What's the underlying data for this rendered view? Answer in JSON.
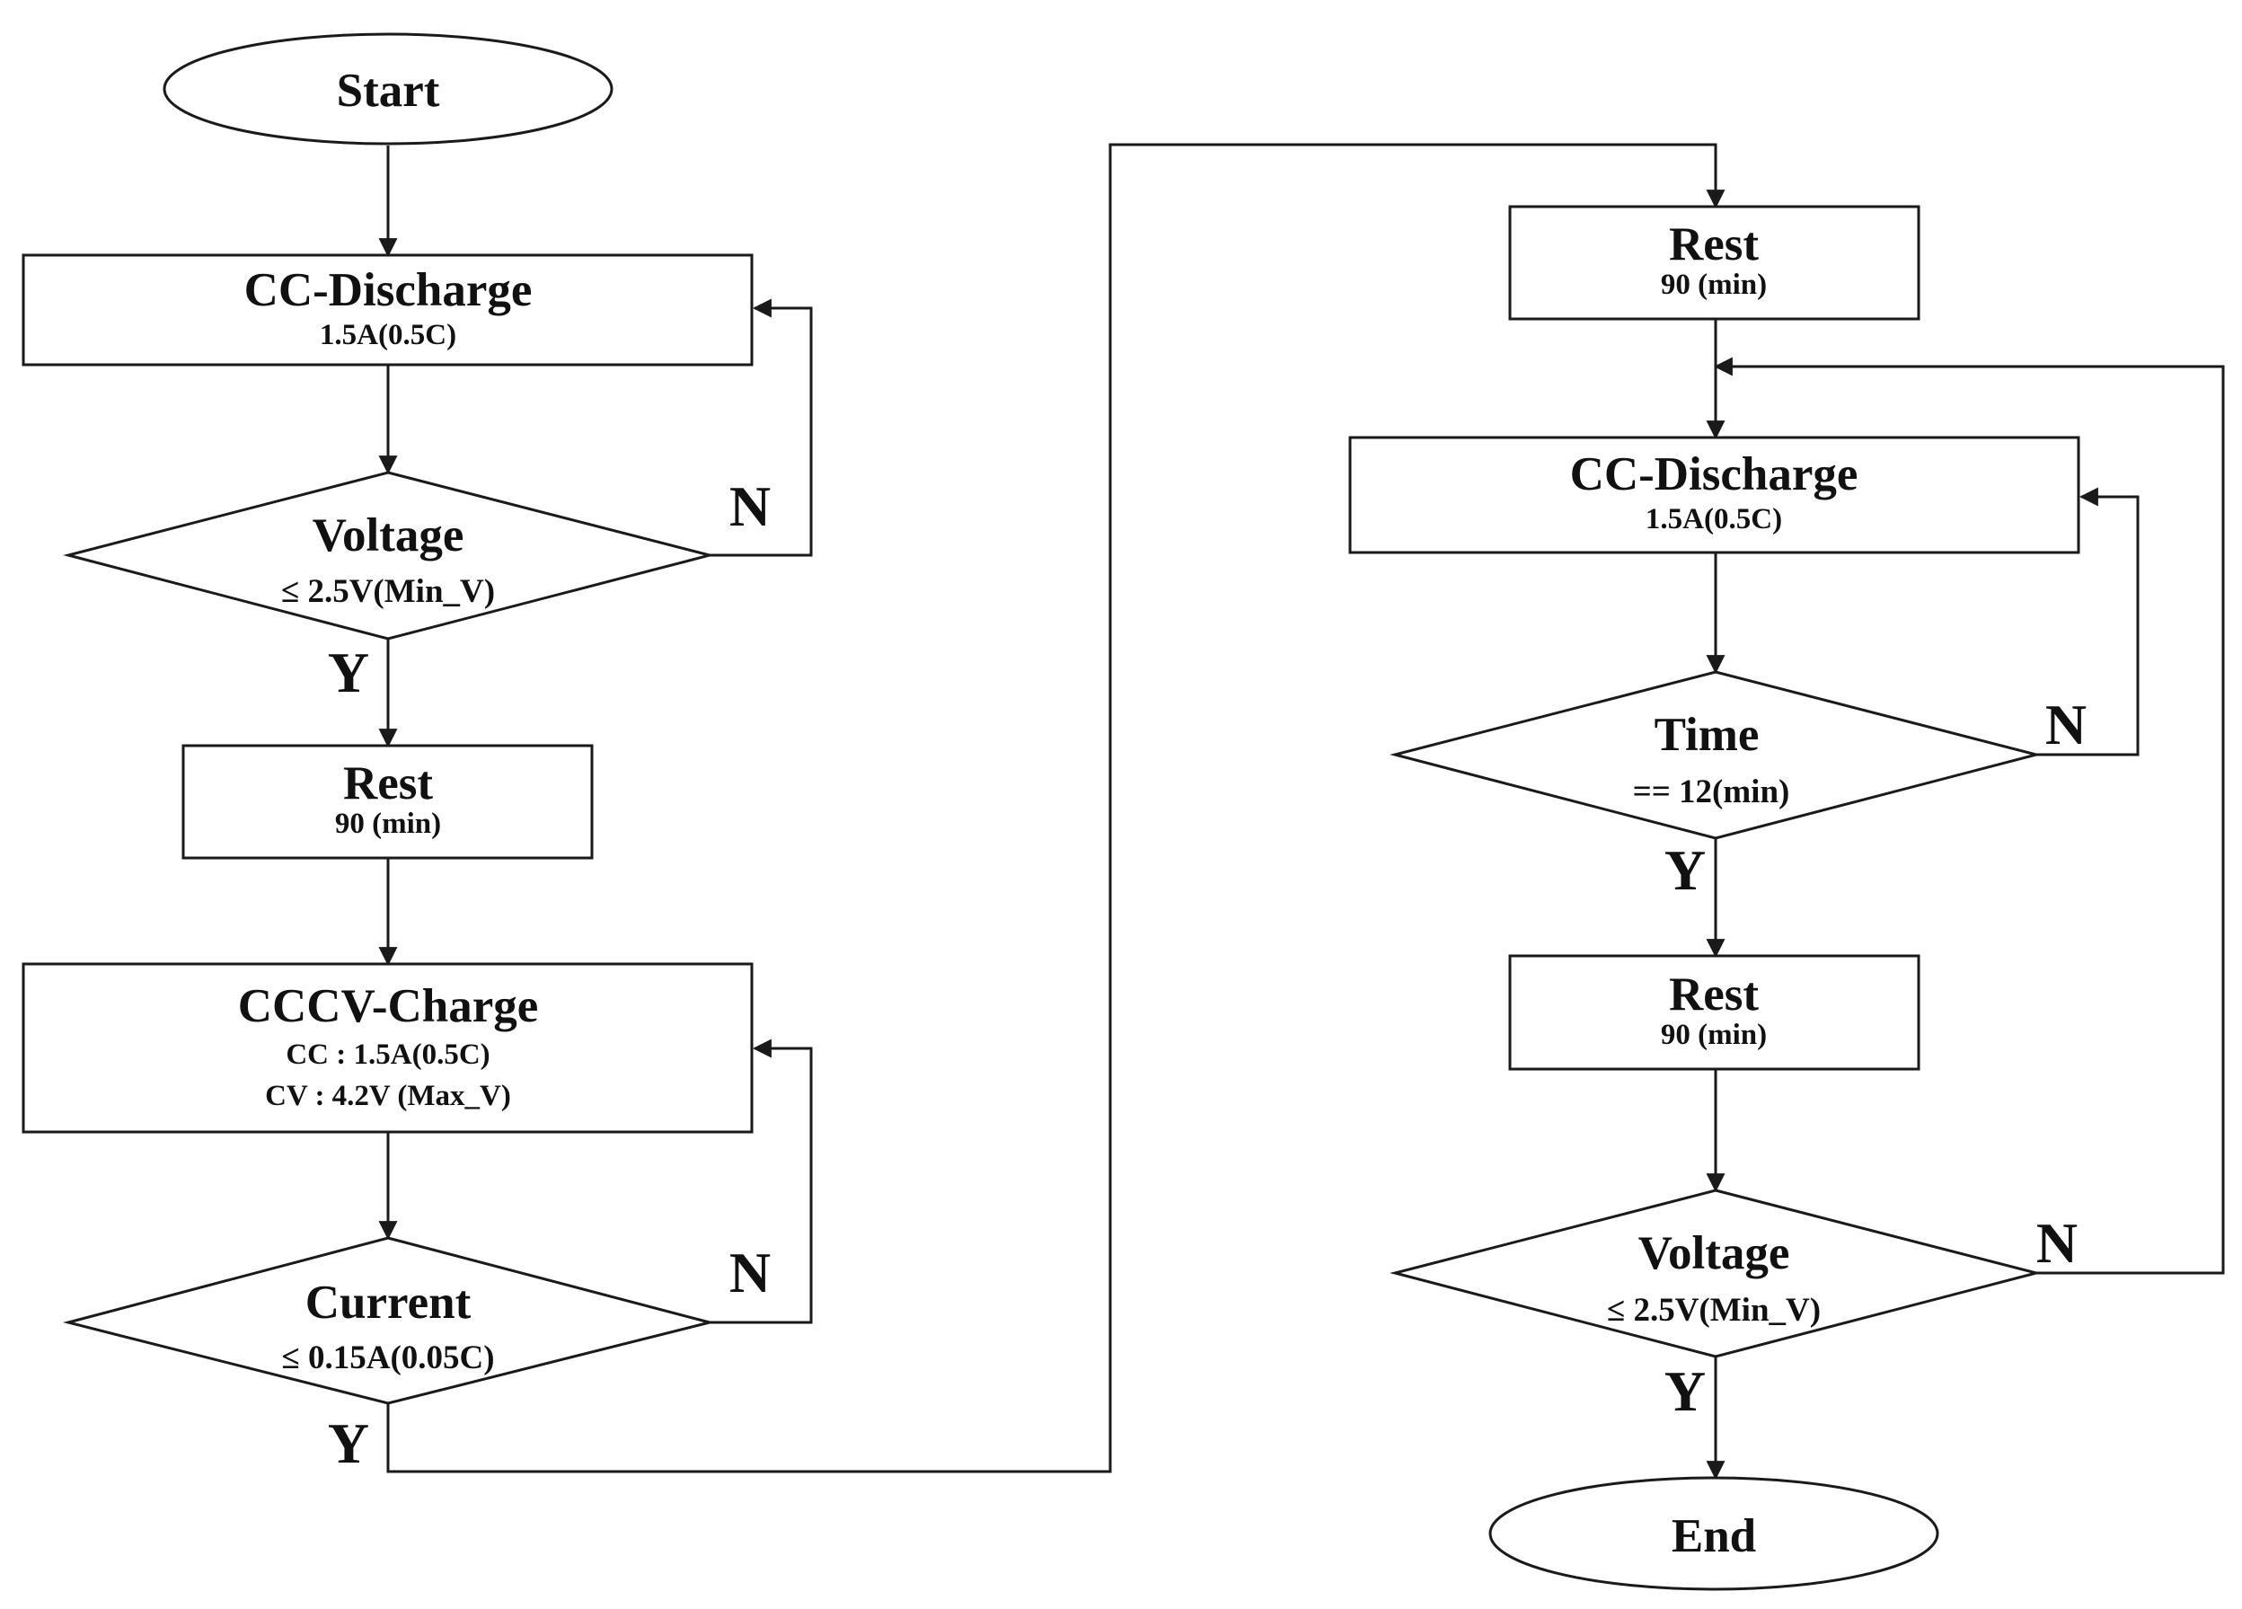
{
  "colors": {
    "stroke": "#1a1a1a",
    "fill": "#ffffff",
    "text": "#111111"
  },
  "nodes": {
    "start": {
      "label": "Start"
    },
    "discharge1": {
      "title": "CC-Discharge",
      "detail": "1.5A(0.5C)"
    },
    "voltage1": {
      "title": "Voltage",
      "condition": "≤ 2.5V(Min_V)"
    },
    "rest1": {
      "title": "Rest",
      "detail": "90 (min)"
    },
    "charge": {
      "title": "CCCV-Charge",
      "detail_cc": "CC : 1.5A(0.5C)",
      "detail_cv": "CV : 4.2V (Max_V)"
    },
    "current": {
      "title": "Current",
      "condition": "≤ 0.15A(0.05C)"
    },
    "rest2": {
      "title": "Rest",
      "detail": "90 (min)"
    },
    "discharge2": {
      "title": "CC-Discharge",
      "detail": "1.5A(0.5C)"
    },
    "time": {
      "title": "Time",
      "condition": "== 12(min)"
    },
    "rest3": {
      "title": "Rest",
      "detail": "90 (min)"
    },
    "voltage2": {
      "title": "Voltage",
      "condition": "≤ 2.5V(Min_V)"
    },
    "end": {
      "label": "End"
    }
  },
  "branch_labels": {
    "yes": "Y",
    "no": "N"
  }
}
